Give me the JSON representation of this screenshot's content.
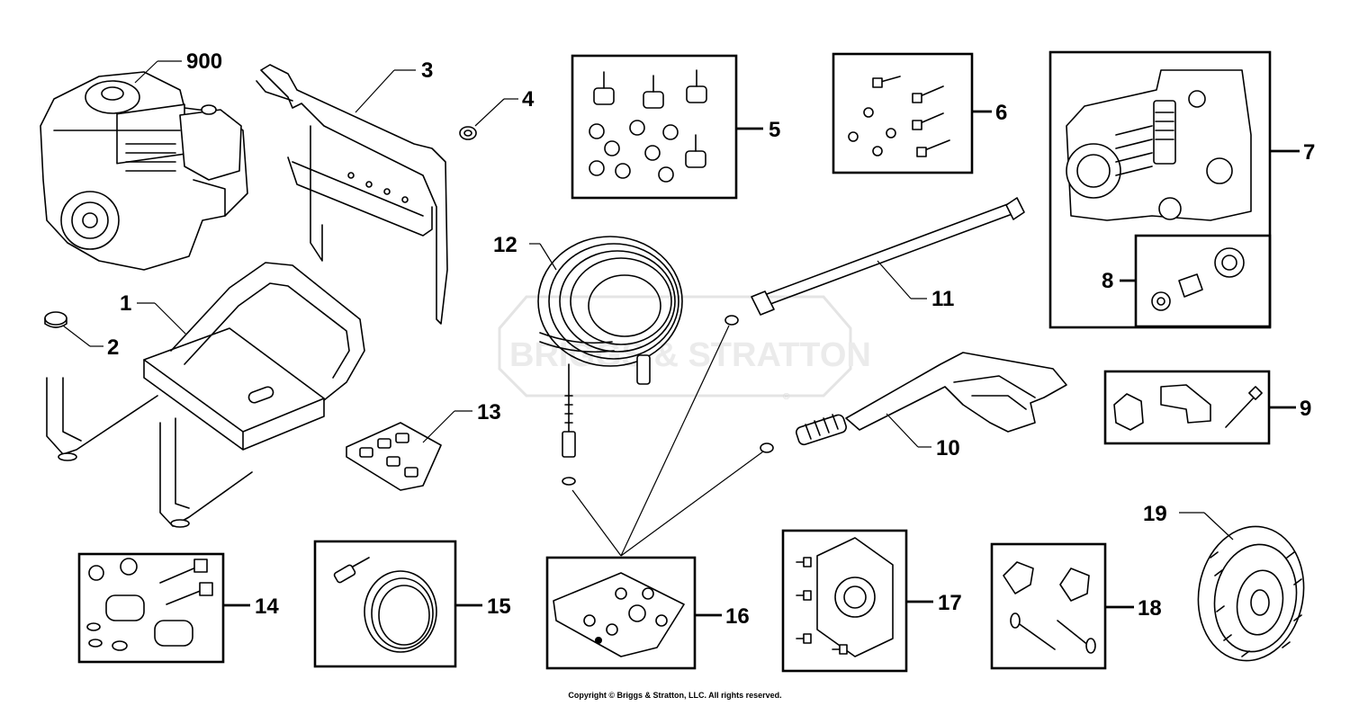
{
  "watermark": {
    "text": "BRIGGS & STRATTON",
    "registered": "®"
  },
  "copyright": "Copyright © Briggs & Stratton, LLC. All rights reserved.",
  "callouts": {
    "c900": "900",
    "c1": "1",
    "c2": "2",
    "c3": "3",
    "c4": "4",
    "c5": "5",
    "c6": "6",
    "c7": "7",
    "c8": "8",
    "c9": "9",
    "c10": "10",
    "c11": "11",
    "c12": "12",
    "c13": "13",
    "c14": "14",
    "c15": "15",
    "c16": "16",
    "c17": "17",
    "c18": "18",
    "c19": "19"
  }
}
